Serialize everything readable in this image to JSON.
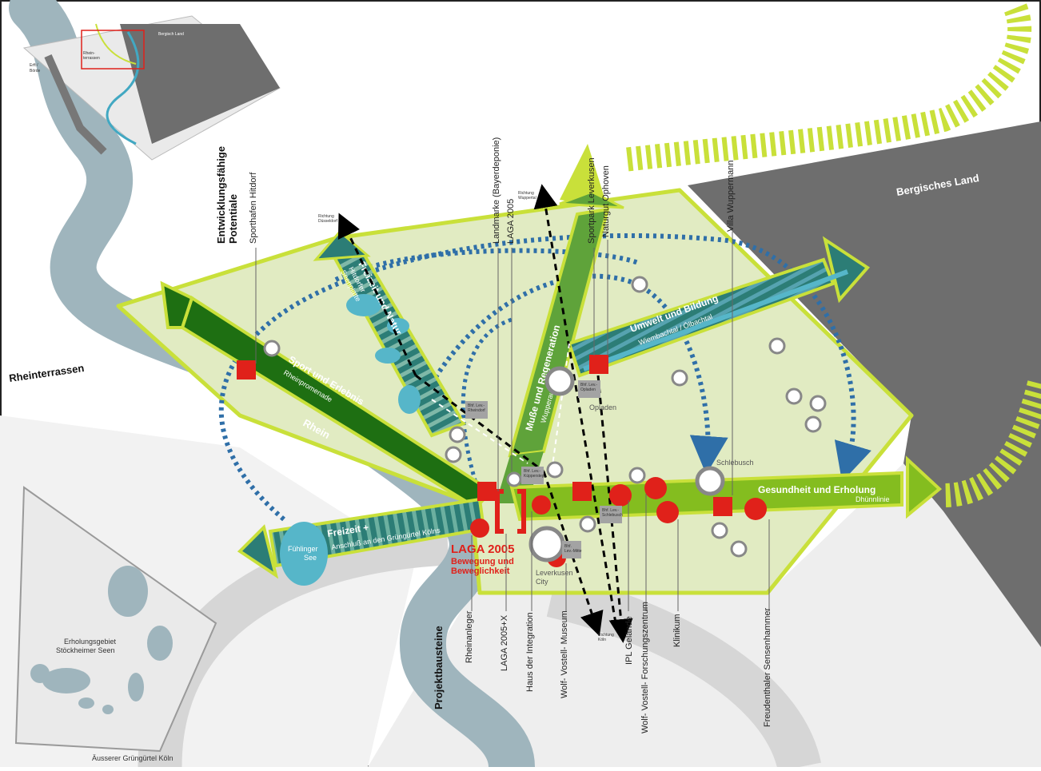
{
  "regions": {
    "rheinterrassen": "Rheinterrassen",
    "bergisches_land": "Bergisches Land",
    "rhein": "Rhein",
    "erholungsgebiet": "Erholungsgebiet",
    "stoeckheimer": "Stöckheimer Seen",
    "gruenguertel": "Äusserer Grüngürtel Köln",
    "fuehlinger_1": "Fühlinger",
    "fuehlinger_2": "See"
  },
  "inset": {
    "bergisch": "Bergisch Land",
    "rhein_terrassen_1": "Rhein-",
    "rhein_terrassen_2": "terrassen",
    "erft_1": "Erft /",
    "erft_2": "Börde"
  },
  "axes": {
    "sport": {
      "title": "Sport und Erlebnis",
      "sub": "Rheinpromenade"
    },
    "natur": {
      "title": "Freizeit und Natur",
      "sub1": "Hitdorfer",
      "sub2": "Seenplatte"
    },
    "musse": {
      "title": "Muße und Regeneration",
      "sub": "Wupperauen"
    },
    "umwelt": {
      "title": "Umwelt und Bildung",
      "sub": "Wiembachtal / Ölbachtal"
    },
    "gesundheit": {
      "title": "Gesundheit und Erholung",
      "sub": "Dhünnlinie"
    },
    "freizeit": {
      "title": "Freizeit +",
      "sub": "Anschluß an den Grüngürtel Kölns"
    }
  },
  "laga": {
    "title": "LAGA 2005",
    "sub1": "Bewegung und",
    "sub2": "Beweglichkeit"
  },
  "places": {
    "opladen": "Opladen",
    "schlebusch": "Schlebusch",
    "leverkusen_1": "Leverkusen",
    "leverkusen_2": "City"
  },
  "stations": {
    "rheindorf_1": "Bhf. Lev.-",
    "rheindorf_2": "Rheindorf",
    "opladen_1": "Bhf. Lev.-",
    "opladen_2": "Opladen",
    "kuppersteg_1": "Bhf. Lev.-",
    "kuppersteg_2": "Küppersteg",
    "mitte_1": "Bhf.",
    "mitte_2": "Lev.-Mitte",
    "schlebusch_1": "Bhf. Lev.-",
    "schlebusch_2": "Schlebusch"
  },
  "directions": {
    "duesseldorf_1": "Richtung",
    "duesseldorf_2": "Düsseldorf",
    "wuppertal_1": "Richtung",
    "wuppertal_2": "Wuppertal",
    "koeln_1": "Richtung",
    "koeln_2": "Köln"
  },
  "potentiale": {
    "heading_1": "Entwicklungsfähige",
    "heading_2": "Potentiale",
    "sporthafen": "Sporthafen Hitdorf",
    "landmarke": "Landmarke (Bayerdeponie)",
    "laga2005": "LAGA 2005",
    "sportpark": "Sportpark Leverkusen",
    "naturgut": "Naturgut Ophoven",
    "villa": "Villa Wuppermann"
  },
  "bausteine": {
    "heading": "Projektbausteine",
    "items": [
      "Rheinanleger",
      "LAGA 2005+X",
      "Haus der Integration",
      "Wolf- Vostell- Museum",
      "IPL Gelände",
      "Wolf- Vostell- Forschungszentrum",
      "Klinikum",
      "Freudenthaler Sensenhammer"
    ]
  },
  "colors": {
    "river": "#9fb5bd",
    "light_green": "#e1ebc2",
    "lime": "#c9e03a",
    "dark_green": "#1e6f12",
    "mid_green": "#5fa33a",
    "grass_green": "#84bd1f",
    "teal": "#2c7d76",
    "blue_dots": "#2f6fa8",
    "red": "#e0211a",
    "grey_dark": "#6e6e6e",
    "grey_light": "#d9d9d9"
  }
}
